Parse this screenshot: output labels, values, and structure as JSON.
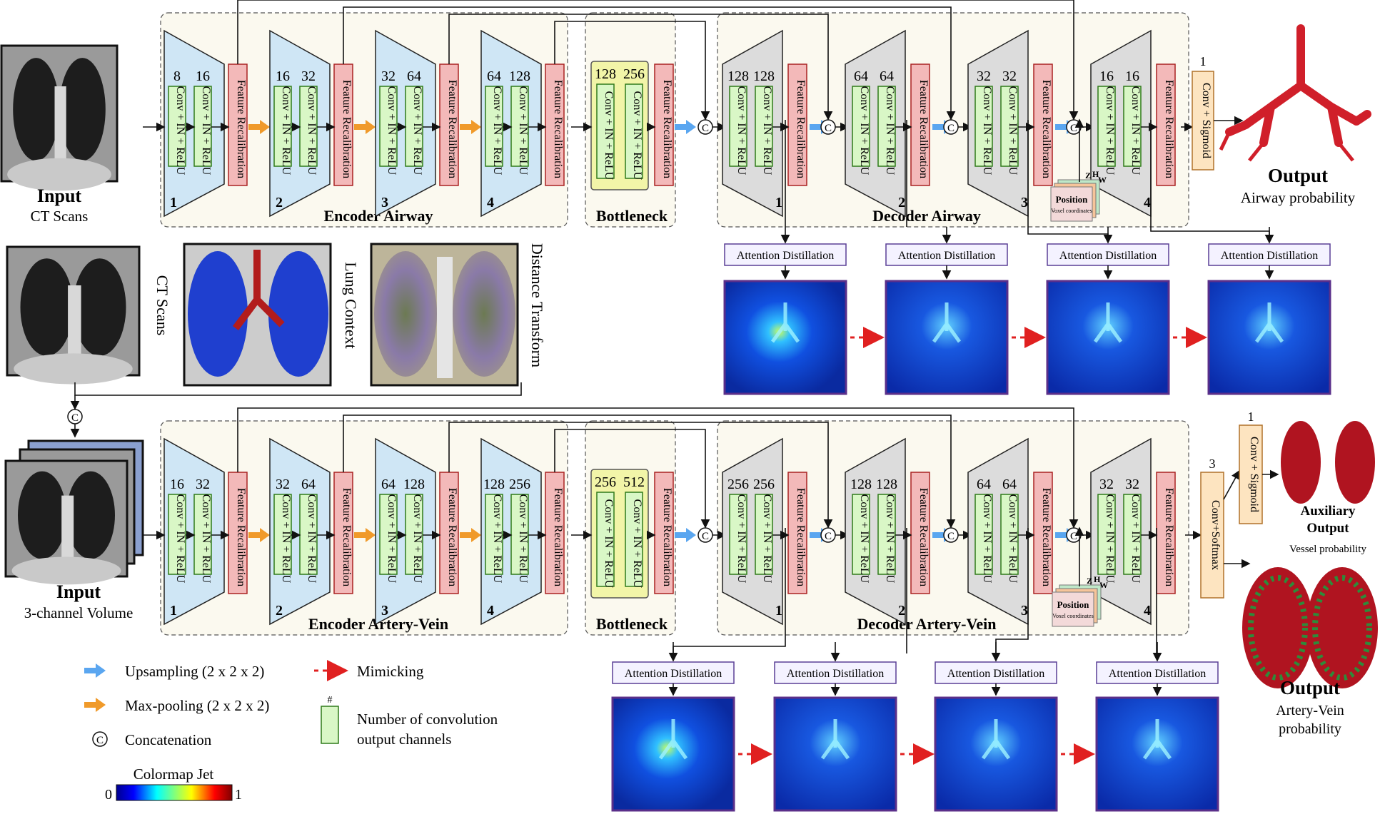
{
  "inputs": {
    "top_title": "Input",
    "top_sub": "CT Scans",
    "bottom_title": "Input",
    "bottom_sub": "3-channel Volume",
    "channel_labels": [
      "CT Scans",
      "Lung Context",
      "Distance Transform"
    ]
  },
  "sections": {
    "encoder_airway": "Encoder Airway",
    "bottleneck": "Bottleneck",
    "decoder_airway": "Decoder Airway",
    "encoder_av": "Encoder Artery-Vein",
    "decoder_av": "Decoder Artery-Vein"
  },
  "blocks": {
    "conv": "Conv + IN + ReLU",
    "fr": "Feature Recalibration",
    "concat": "C",
    "attention": "Attention Distillation",
    "position": "Position",
    "voxel": "Voxel coordinates",
    "xyz": {
      "z": "Z",
      "h": "H",
      "w": "W"
    }
  },
  "airway": {
    "enc_channels": [
      [
        "8",
        "16"
      ],
      [
        "16",
        "32"
      ],
      [
        "32",
        "64"
      ],
      [
        "64",
        "128"
      ]
    ],
    "bottleneck": [
      "128",
      "256"
    ],
    "dec_channels": [
      [
        "128",
        "128"
      ],
      [
        "64",
        "64"
      ],
      [
        "32",
        "32"
      ],
      [
        "16",
        "16"
      ]
    ],
    "stage_nums": [
      "1",
      "2",
      "3",
      "4"
    ],
    "out_channels": "1",
    "out_block": "Conv + Sigmoid",
    "output_title": "Output",
    "output_sub": "Airway probability"
  },
  "artery_vein": {
    "enc_channels": [
      [
        "16",
        "32"
      ],
      [
        "32",
        "64"
      ],
      [
        "64",
        "128"
      ],
      [
        "128",
        "256"
      ]
    ],
    "bottleneck": [
      "256",
      "512"
    ],
    "dec_channels": [
      [
        "256",
        "256"
      ],
      [
        "128",
        "128"
      ],
      [
        "64",
        "64"
      ],
      [
        "32",
        "32"
      ]
    ],
    "stage_nums": [
      "1",
      "2",
      "3",
      "4"
    ],
    "out_channels": "3",
    "out_block": "Conv+Softmax",
    "aux_channels": "1",
    "aux_block": "Conv + Sigmoid",
    "aux_title_1": "Auxiliary",
    "aux_title_2": "Output",
    "aux_sub": "Vessel probability",
    "output_title": "Output",
    "output_sub_1": "Artery-Vein",
    "output_sub_2": "probability"
  },
  "legend": {
    "upsampling": "Upsampling (2 x 2 x 2)",
    "maxpool": "Max-pooling (2 x 2 x 2)",
    "concat": "Concatenation",
    "mimicking": "Mimicking",
    "hash": "#",
    "channels_1": "Number of convolution",
    "channels_2": "output channels",
    "colormap_title": "Colormap Jet",
    "cmap_min": "0",
    "cmap_max": "1"
  },
  "colors": {
    "upsampling": "#5aa6f0",
    "maxpool": "#f09a2a",
    "mimicking": "#e02020",
    "airway": "#d01f2a"
  }
}
